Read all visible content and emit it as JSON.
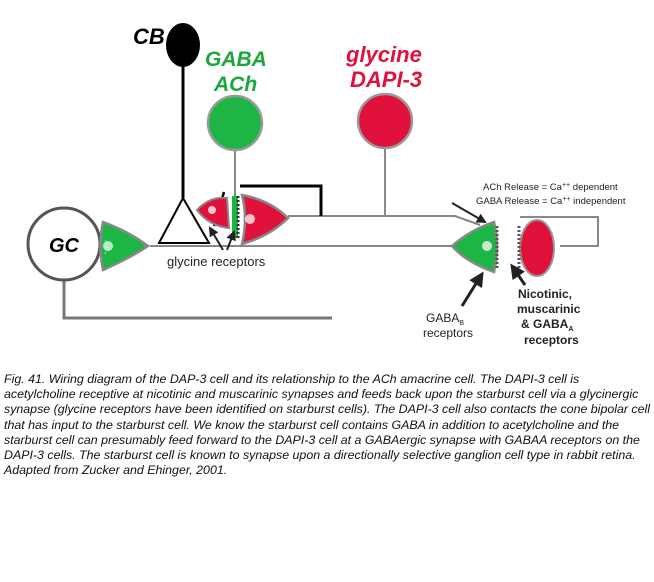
{
  "labels": {
    "cb": "CB",
    "gaba": "GABA",
    "ach": "ACh",
    "glycine": "glycine",
    "dapi3": "DAPI-3",
    "gc": "GC",
    "glycine_receptors": "glycine receptors",
    "ach_release": "ACh Release = Ca",
    "ach_release_sup": "++",
    "ach_release_end": " dependent",
    "gaba_release": "GABA Release = Ca",
    "gaba_release_sup": "++",
    "gaba_release_end": " independent",
    "gabab_line1": "GABA",
    "gabab_sub": "B",
    "gabab_line2": "receptors",
    "nic_line1": "Nicotinic,",
    "nic_line2": "muscarinic",
    "nic_line3": "& GABA",
    "nic_sub": "A",
    "nic_line4": "receptors"
  },
  "colors": {
    "green": "#1db543",
    "red": "#e0113b",
    "black": "#000000",
    "gray_line": "#7a7a7a",
    "green_label": "#1aa83c",
    "red_label": "#e0113b"
  },
  "caption": {
    "text": "Fig. 41. Wiring diagram of the DAP-3 cell and its relationship to the ACh amacrine cell.  The DAPI-3 cell is acetylcholine receptive at nicotinic and muscarinic synapses and feeds back upon the starburst cell via a glycinergic synapse (glycine receptors have been identified on starburst cells). The DAPI-3 cell also contacts the cone bipolar cell that has input to the starburst cell. We know the starburst cell contains GABA in addition to acetylcholine and the starburst cell can presumably feed forward to the DAPI-3 cell at a GABAergic synapse with GABAA receptors on the DAPI-3 cells. The starburst cell is known to synapse upon a directionally selective ganglion cell type in rabbit retina.",
    "credit": "Adapted from Zucker and Ehinger, 2001."
  }
}
